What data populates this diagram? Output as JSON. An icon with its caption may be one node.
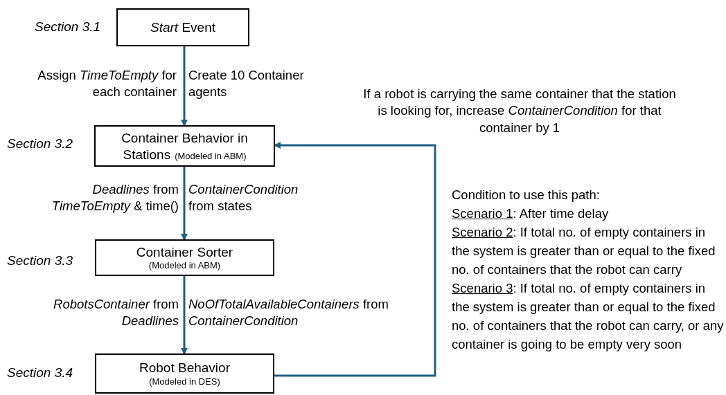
{
  "diagram": {
    "nodes": [
      {
        "text": [
          "*Start* Event"
        ],
        "beside": [
          "Section 3.1"
        ]
      },
      {
        "text": [
          "Container Behavior in Stations",
          "(Modeled in ABM)"
        ],
        "beside": [
          "Section 3.2"
        ]
      },
      {
        "text": [
          "Container Sorter",
          "(Modeled in ABM)"
        ],
        "beside": [
          "Section 3.3"
        ]
      },
      {
        "text": [
          "Robot Behavior",
          "(Modeled in DES)"
        ],
        "beside": [
          "Section 3.4"
        ]
      }
    ],
    "edges": [
      {
        "from": 0,
        "to": 1,
        "arrow": "to"
      },
      {
        "from": 1,
        "to": 2,
        "arrow": "to"
      },
      {
        "from": 2,
        "to": 3,
        "arrow": "to"
      },
      {
        "from": 3,
        "to": 1,
        "arrow": "to"
      }
    ],
    "labels": [
      "Assign *TimeToEmpty* for each container",
      "Create 10 Container agents",
      "If a robot is carrying the same container that the station is looking for, increase *ContainerCondition* for that container by 1",
      "*Deadlines* from *TimeToEmpty* & time()",
      "*ContainerCondition* from states",
      "*RobotsContainer* from *Deadlines*",
      "*NoOfTotalAvailableContainers* from *ContainerCondition*",
      "Condition to use this path:",
      "Scenario 1: After time delay",
      "Scenario 2:  If total no. of empty containers in the system is greater than or equal to the fixed no. of containers that the robot can carry",
      "Scenario 3: If total no. of empty containers in the system is greater than or equal to the fixed no. of containers that the robot can carry, or any container is going to be empty very soon"
    ]
  }
}
